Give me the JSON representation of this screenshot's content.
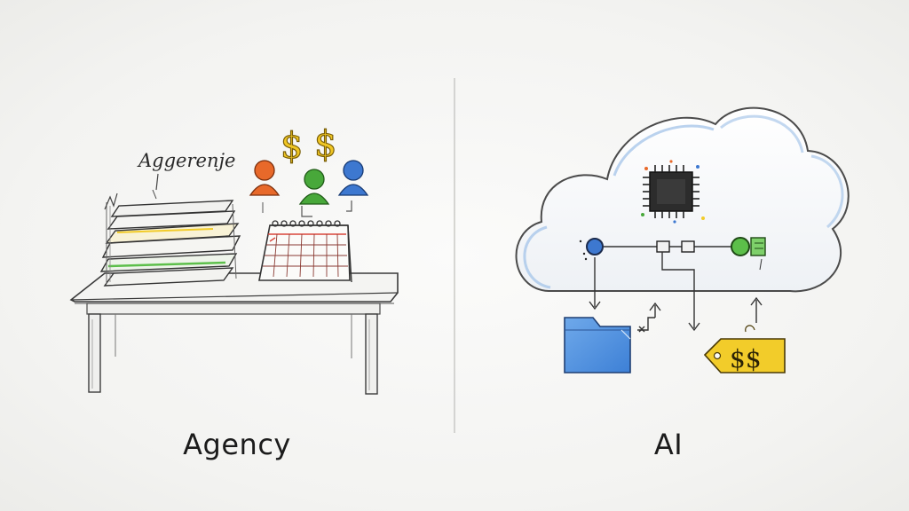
{
  "captions": {
    "left": "Agency",
    "right": "AI"
  },
  "left_panel": {
    "scribble_label": "Aggerenje",
    "currency_symbols": [
      "$",
      "$"
    ],
    "people_colors": [
      "#e8692a",
      "#48a83a",
      "#3d78d0"
    ],
    "icons": [
      "paper-stack-icon",
      "person-icon",
      "calendar-icon",
      "desk-icon",
      "dollar-icon"
    ]
  },
  "right_panel": {
    "price_tag_text": "$$",
    "icons": [
      "cloud-icon",
      "chip-icon",
      "folder-icon",
      "price-tag-icon"
    ]
  },
  "colors": {
    "accent_green": "#5cbf4a",
    "accent_blue": "#3d78d0",
    "accent_orange": "#e8692a",
    "accent_yellow": "#f2cc2a",
    "folder_blue": "#5a9ae0"
  }
}
